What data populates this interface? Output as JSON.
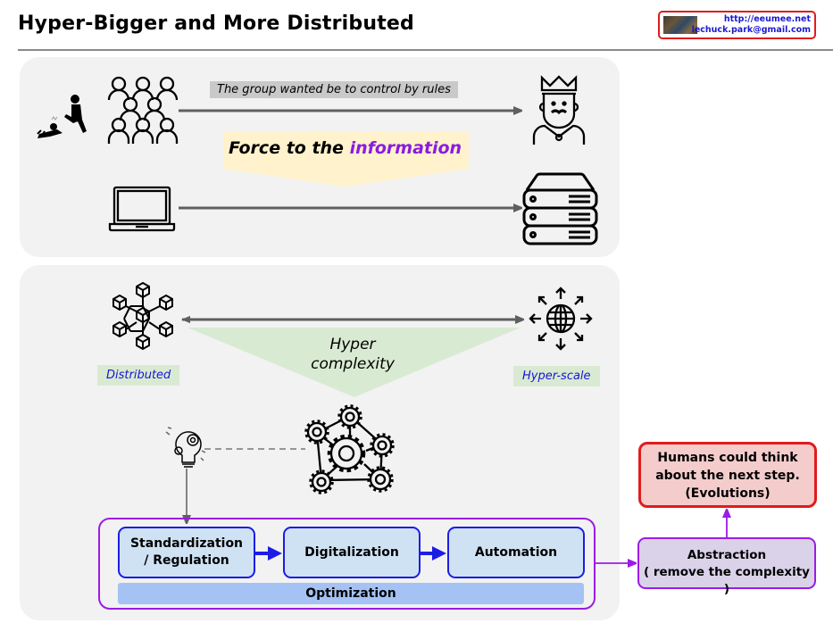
{
  "header": {
    "title": "Hyper-Bigger and More Distributed",
    "badge": {
      "url": "http://eeumee.net",
      "email": "lechuck.park@gmail.com"
    }
  },
  "top_panel": {
    "rules_caption": "The group wanted be to control by rules",
    "force_prefix": "Force to the ",
    "force_highlight": "information",
    "icons": [
      "kicking-person-icon",
      "crowd-icon",
      "king-icon",
      "laptop-icon",
      "server-stack-icon"
    ]
  },
  "bottom_panel": {
    "distributed_label": "Distributed",
    "hyperscale_label": "Hyper-scale",
    "complexity_line1": "Hyper",
    "complexity_line2": "complexity",
    "icons": [
      "distributed-cubes-icon",
      "globe-expand-icon",
      "idea-gears-icon",
      "gear-network-icon"
    ],
    "process": {
      "steps": [
        {
          "line1": "Standardization",
          "line2": "/ Regulation"
        },
        {
          "line1": "Digitalization"
        },
        {
          "line1": "Automation"
        }
      ],
      "optimization_label": "Optimization"
    }
  },
  "outcome": {
    "abstraction_title": "Abstraction",
    "abstraction_sub": "( remove the complexity )",
    "humans_line1": "Humans could think",
    "humans_line2": "about the next step.",
    "humans_line3": "(Evolutions)"
  },
  "colors": {
    "panel_bg": "#f2f2f2",
    "highlight_purple": "#8a1ce0",
    "label_blue": "#1616d0",
    "process_border": "#1c1ce6",
    "process_fill": "#cfe2f3",
    "optimization_fill": "#a4c2f4",
    "abstraction_border": "#9b1ce6",
    "humans_border": "#e01c1c",
    "humans_fill": "#f4cccc"
  }
}
